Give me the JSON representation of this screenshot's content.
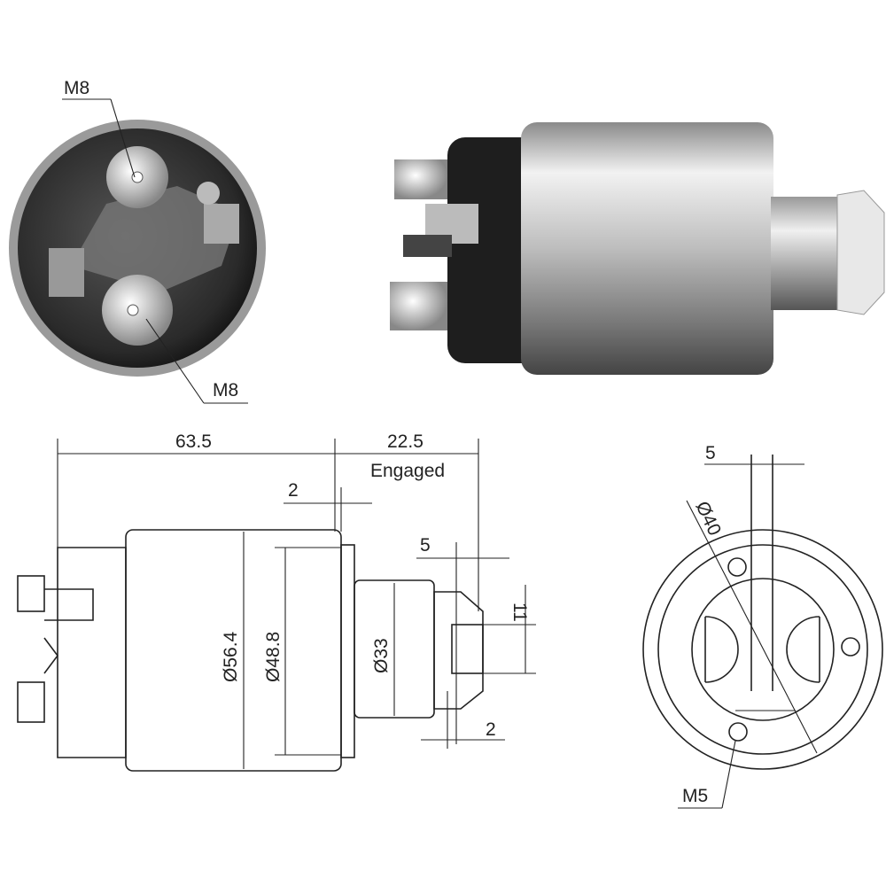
{
  "photo_end_view": {
    "label_top": "M8",
    "label_bottom": "M8"
  },
  "side_drawing": {
    "overall_length": "63.5",
    "stroke": "22.5",
    "stroke_note": "Engaged",
    "flange_gap": "2",
    "tip_length": "5",
    "tip_dia": "11",
    "tip_gap": "2",
    "body_dia": "Ø56.4",
    "inner_dia": "Ø48.8",
    "nose_dia": "Ø33"
  },
  "end_drawing": {
    "slot_width": "5",
    "bolt_circle": "Ø40",
    "thread": "M5"
  },
  "colors": {
    "line": "#222222",
    "metal_light": "#e8e8e8",
    "metal_dark": "#555555",
    "cap_dark": "#2a2a2a"
  }
}
